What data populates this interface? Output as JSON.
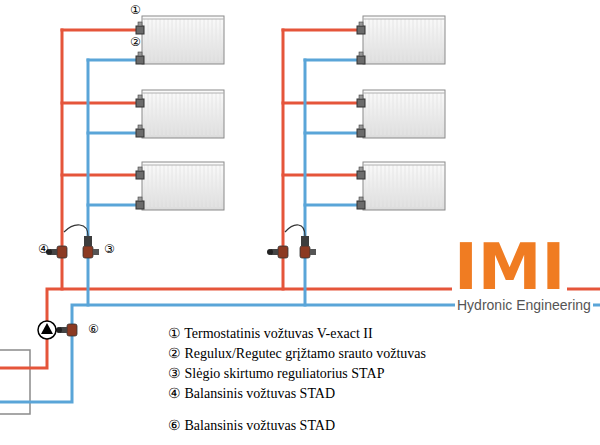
{
  "diagram": {
    "labels": [
      "①",
      "②",
      "④",
      "③",
      "⑥",
      "① Termostatinis vožtuvas V-exact II",
      "② Regulux/Regutec  grįžtamo srauto vožtuvas",
      "③ Slėgio skirtumo reguliatorius STAP",
      "④ Balansinis vožtuvas STAD",
      "⑥ Balansinis vožtuvas STAD",
      "IMI",
      "Hydronic Engineering"
    ]
  }
}
